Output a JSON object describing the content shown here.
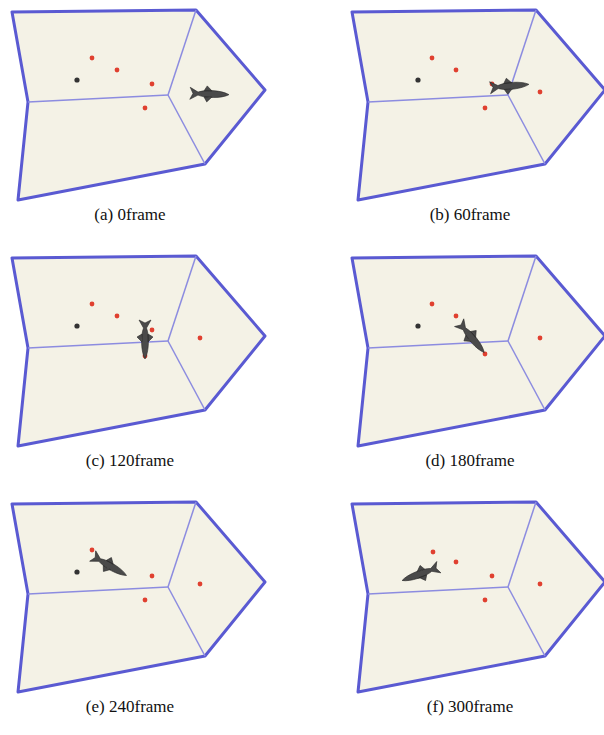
{
  "diagram": {
    "labels": [
      "(a) 0frame",
      "(b) 60frame",
      "(c) 120frame",
      "(d) 180frame",
      "(e) 240frame",
      "(f) 300frame"
    ]
  }
}
